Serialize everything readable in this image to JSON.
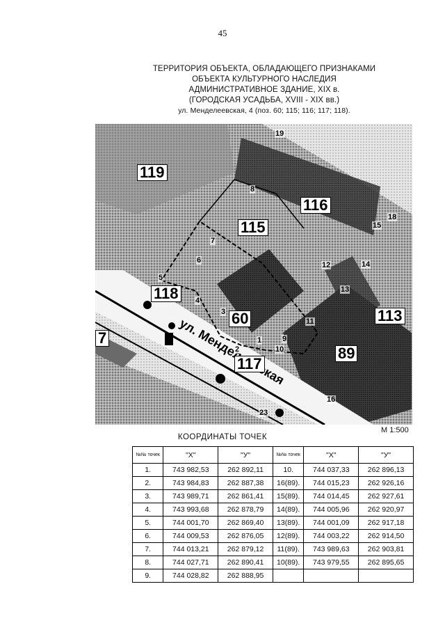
{
  "page_number": "45",
  "title": {
    "line1": "ТЕРРИТОРИЯ ОБЪЕКТА, ОБЛАДАЮЩЕГО ПРИЗНАКАМИ",
    "line2": "ОБЪЕКТА КУЛЬТУРНОГО НАСЛЕДИЯ",
    "line3": "АДМИНИСТРАТИВНОЕ ЗДАНИЕ, XIX в.",
    "line4": "(ГОРОДСКАЯ УСАДЬБА, XVIII - XIX вв.)",
    "line5": "ул. Менделеевская, 4 (поз. 60; 115; 116; 117; 118)."
  },
  "map": {
    "plots": [
      "119",
      "116",
      "115",
      "118",
      "60",
      "113",
      "89",
      "117",
      "7",
      "19",
      "18"
    ],
    "points": [
      "1",
      "2",
      "3",
      "4",
      "5",
      "6",
      "7",
      "8",
      "9",
      "10",
      "11",
      "12",
      "13",
      "14",
      "15",
      "16",
      "23"
    ],
    "street_label": "ул. Менделеевская"
  },
  "scale": "М 1:500",
  "coords_title": "КООРДИНАТЫ ТОЧЕК",
  "table": {
    "header": [
      "№№ точек",
      "\"X\"",
      "\"У\"",
      "№№ точек",
      "\"X\"",
      "\"У\""
    ],
    "rows": [
      [
        "1.",
        "743 982,53",
        "262 892,11",
        "10.",
        "744 037,33",
        "262 896,13"
      ],
      [
        "2.",
        "743 984,83",
        "262 887,38",
        "16(89).",
        "744 015,23",
        "262 926,16"
      ],
      [
        "3.",
        "743 989,71",
        "262 861,41",
        "15(89).",
        "744 014,45",
        "262 927,61"
      ],
      [
        "4.",
        "743 993,68",
        "262 878,79",
        "14(89).",
        "744 005,96",
        "262 920,97"
      ],
      [
        "5.",
        "744 001,70",
        "262 869,40",
        "13(89).",
        "744 001,09",
        "262 917,18"
      ],
      [
        "6.",
        "744 009,53",
        "262 876,05",
        "12(89).",
        "744 003,22",
        "262 914,50"
      ],
      [
        "7.",
        "744 013,21",
        "262 879,12",
        "11(89).",
        "743 989,63",
        "262 903,81"
      ],
      [
        "8.",
        "744 027,71",
        "262 890,41",
        "10(89).",
        "743 979,55",
        "262 895,65"
      ],
      [
        "9.",
        "744 028,82",
        "262 888,95",
        "",
        "",
        ""
      ]
    ]
  }
}
